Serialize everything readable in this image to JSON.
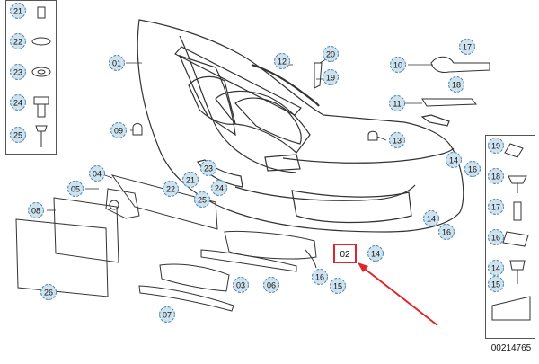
{
  "reference_code": "00214765",
  "watermark": "",
  "callouts": {
    "c01": "01",
    "c02": "02",
    "c03": "03",
    "c04": "04",
    "c05": "05",
    "c06": "06",
    "c07": "07",
    "c08": "08",
    "c09": "09",
    "c10": "10",
    "c11": "11",
    "c12": "12",
    "c13": "13",
    "c14a": "14",
    "c14b": "14",
    "c14c": "14",
    "c15": "15",
    "c16a": "16",
    "c16b": "16",
    "c16c": "16",
    "c17": "17",
    "c18": "18",
    "c19": "19",
    "c20": "20",
    "c21": "21",
    "c22": "22",
    "c23": "23",
    "c24": "24",
    "c25": "25",
    "c26": "26"
  },
  "left_panel": [
    "21",
    "22",
    "23",
    "24",
    "25"
  ],
  "right_panel": [
    "19",
    "18",
    "17",
    "16",
    "14",
    "15"
  ],
  "highlight": {
    "label": "02",
    "color": "#e0242a"
  },
  "colors": {
    "callout_fill": "#cfe3ef",
    "callout_stroke": "#4a86b0",
    "line": "#333333"
  }
}
